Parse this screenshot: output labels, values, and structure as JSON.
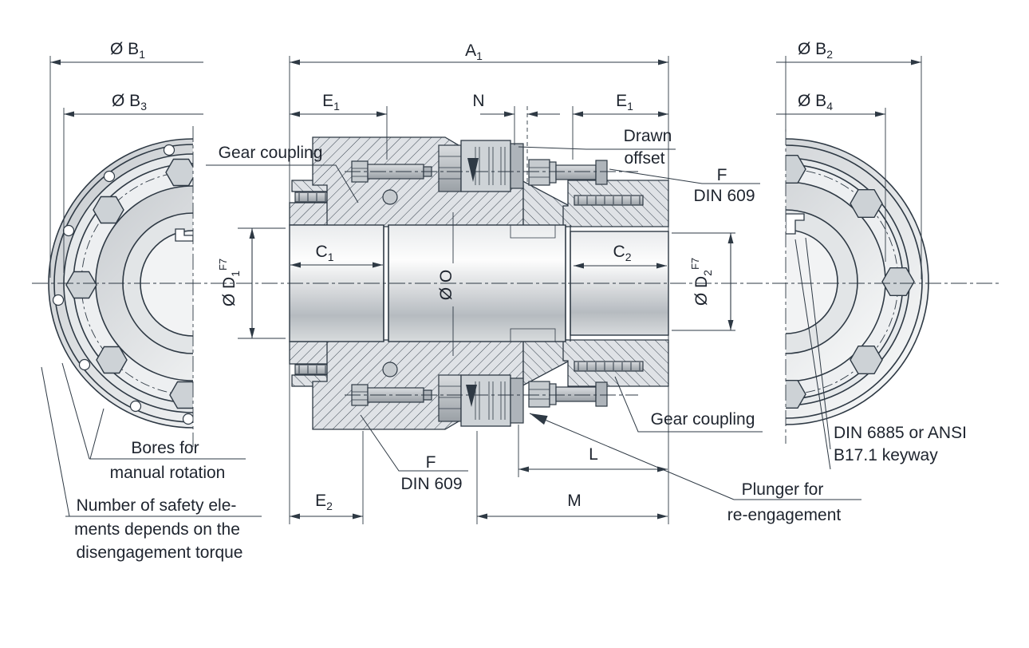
{
  "colors": {
    "line": "#2e3944",
    "text": "#1e242e",
    "metal_light": "#f1f2f4",
    "metal_dark": "#b3b9be",
    "hatch_fill": "#dfe2e6",
    "background": "#ffffff"
  },
  "dimension_labels": {
    "a1": {
      "main": "A",
      "sub": "1"
    },
    "b1": {
      "main": "Ø B",
      "sub": "1"
    },
    "b2": {
      "main": "Ø B",
      "sub": "2"
    },
    "b3": {
      "main": "Ø B",
      "sub": "3"
    },
    "b4": {
      "main": "Ø B",
      "sub": "4"
    },
    "c1": {
      "main": "C",
      "sub": "1"
    },
    "c2": {
      "main": "C",
      "sub": "2"
    },
    "d1": {
      "main": "Ø D",
      "sub": "1",
      "sup": "F7"
    },
    "d2": {
      "main": "Ø D",
      "sub": "2",
      "sup": "F7"
    },
    "e1_left": {
      "main": "E",
      "sub": "1"
    },
    "e1_right": {
      "main": "E",
      "sub": "1"
    },
    "e2": {
      "main": "E",
      "sub": "2"
    },
    "l": {
      "main": "L"
    },
    "m": {
      "main": "M"
    },
    "n": {
      "main": "N"
    },
    "o": {
      "main": "Ø O"
    }
  },
  "annotations": {
    "gear_coupling_top": "Gear coupling",
    "gear_coupling_bottom": "Gear coupling",
    "drawn_offset": {
      "line1": "Drawn",
      "line2": "offset"
    },
    "f_din609_top": {
      "line1": "F",
      "line2": "DIN 609"
    },
    "f_din609_bottom": {
      "line1": "F",
      "line2": "DIN 609"
    },
    "bores_manual_rotation": {
      "line1": "Bores for",
      "line2": "manual rotation"
    },
    "safety_elements_note": {
      "line1": "Number of safety ele-",
      "line2": "ments depends on the",
      "line3": "disengagement torque"
    },
    "plunger_note": {
      "line1": "Plunger for",
      "line2": "re-engagement"
    },
    "keyway_note": {
      "line1": "DIN 6885 or ANSI",
      "line2": "B17.1 keyway"
    }
  }
}
